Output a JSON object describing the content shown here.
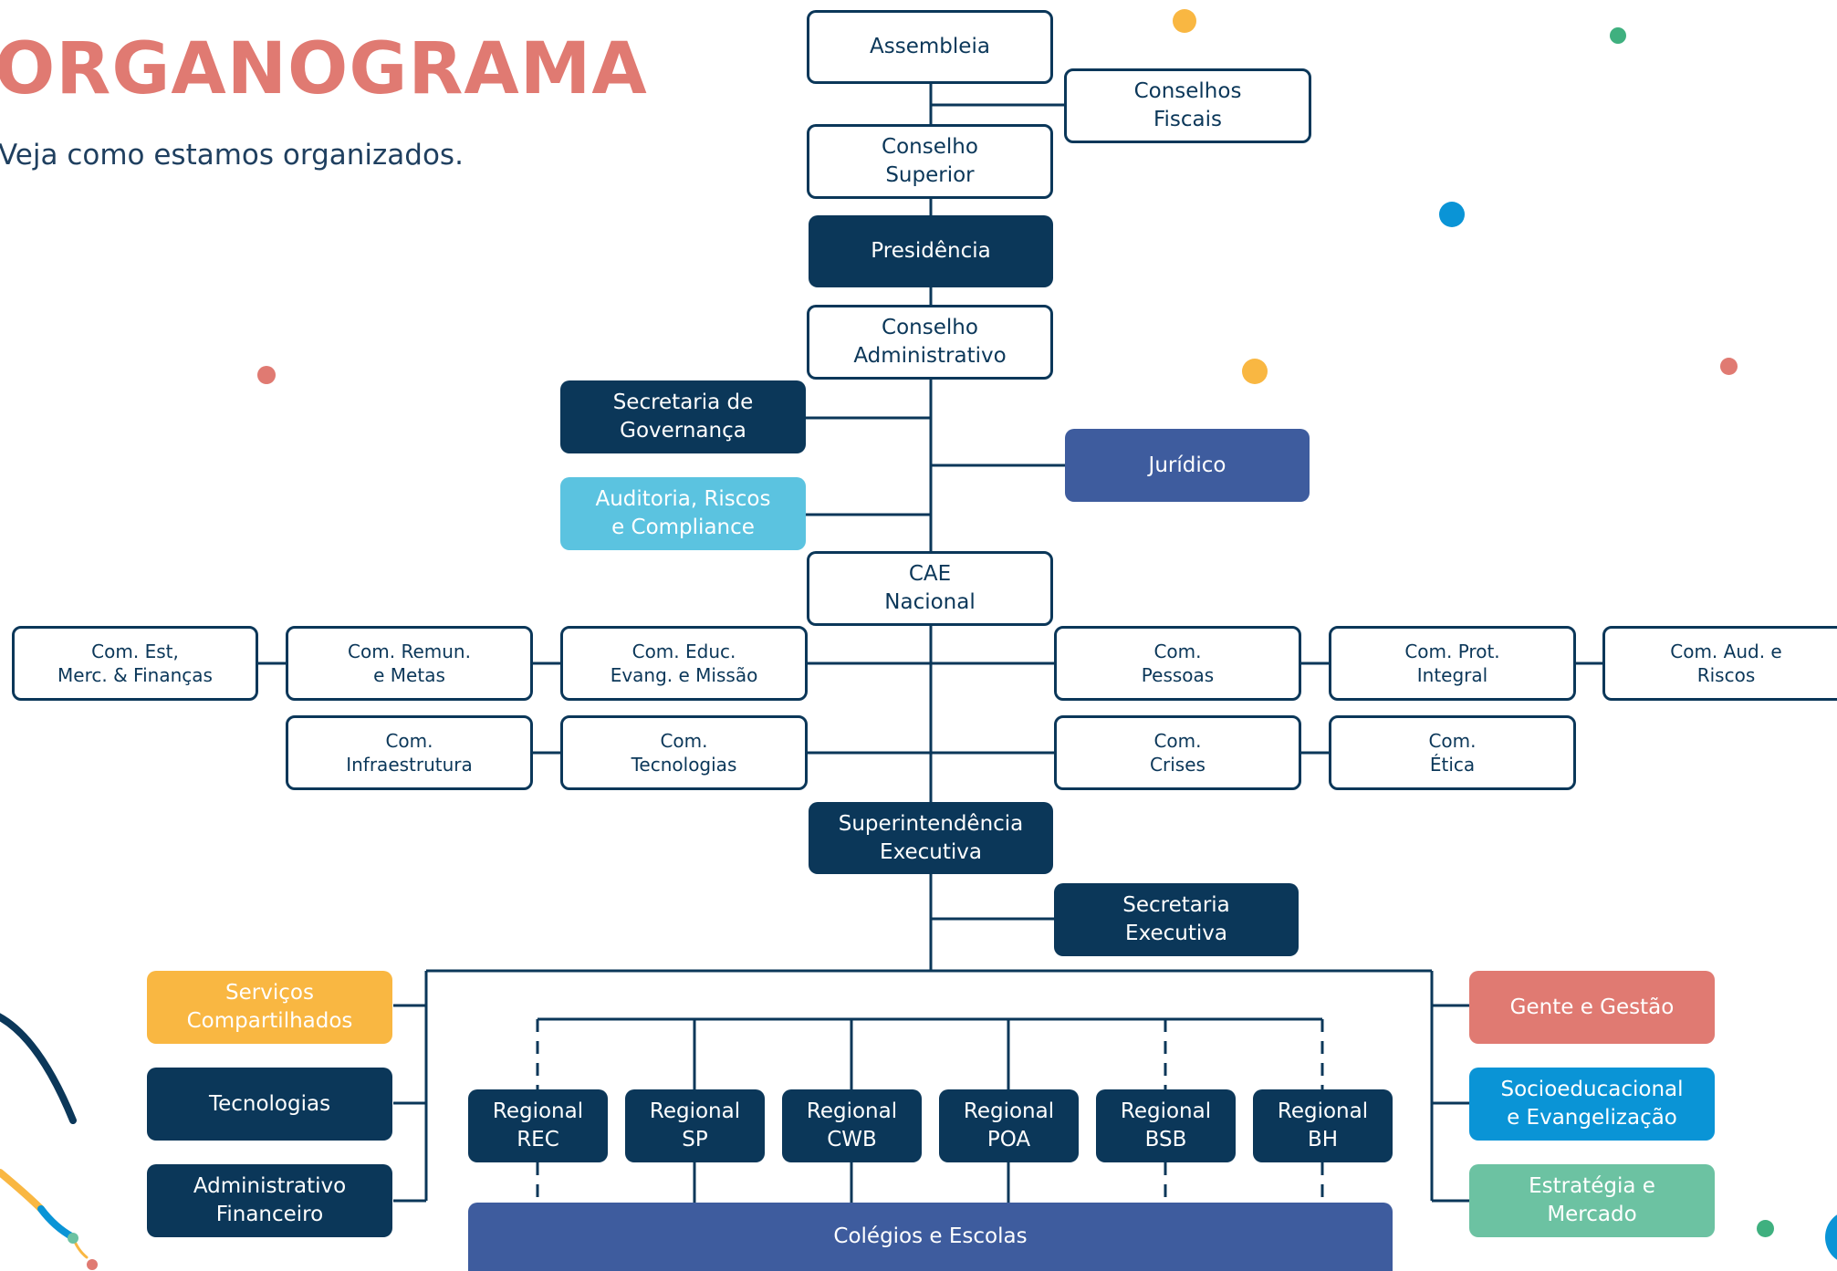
{
  "header": {
    "title": "ORGANOGRAMA",
    "subtitle": "Veja como estamos organizados."
  },
  "nodes": {
    "assembleia": "Assembleia",
    "conselhos_fiscais": "Conselhos\nFiscais",
    "conselho_superior": "Conselho\nSuperior",
    "presidencia": "Presidência",
    "conselho_administrativo": "Conselho\nAdministrativo",
    "secretaria_governanca": "Secretaria de\nGovernança",
    "juridico": "Jurídico",
    "auditoria": "Auditoria, Riscos\ne Compliance",
    "cae_nacional": "CAE\nNacional",
    "com_est_merc_financas": "Com. Est,\nMerc. & Finanças",
    "com_remun_metas": "Com. Remun.\ne Metas",
    "com_educ_evang_missao": "Com. Educ.\nEvang. e Missão",
    "com_pessoas": "Com.\nPessoas",
    "com_prot_integral": "Com. Prot.\nIntegral",
    "com_aud_riscos": "Com. Aud. e\nRiscos",
    "com_infraestrutura": "Com.\nInfraestrutura",
    "com_tecnologias": "Com.\nTecnologias",
    "com_crises": "Com.\nCrises",
    "com_etica": "Com.\nÉtica",
    "superintendencia_executiva": "Superintendência\nExecutiva",
    "secretaria_executiva": "Secretaria\nExecutiva",
    "servicos_compartilhados": "Serviços\nCompartilhados",
    "tecnologias": "Tecnologias",
    "administrativo_financeiro": "Administrativo\nFinanceiro",
    "gente_gestao": "Gente e Gestão",
    "socioeducacional": "Socioeducacional\ne Evangelização",
    "estrategia_mercado": "Estratégia e\nMercado",
    "regional_rec": "Regional\nREC",
    "regional_sp": "Regional\nSP",
    "regional_cwb": "Regional\nCWB",
    "regional_poa": "Regional\nPOA",
    "regional_bsb": "Regional\nBSB",
    "regional_bh": "Regional\nBH",
    "colegios_escolas": "Colégios e Escolas"
  },
  "colors": {
    "navy": "#0b3759",
    "indigo": "#3e5c9e",
    "light_blue": "#5bc3e0",
    "orange": "#f9b742",
    "coral": "#e07a72",
    "sky": "#0a94d6",
    "mint": "#6cc2a2",
    "green": "#3fb07f"
  }
}
